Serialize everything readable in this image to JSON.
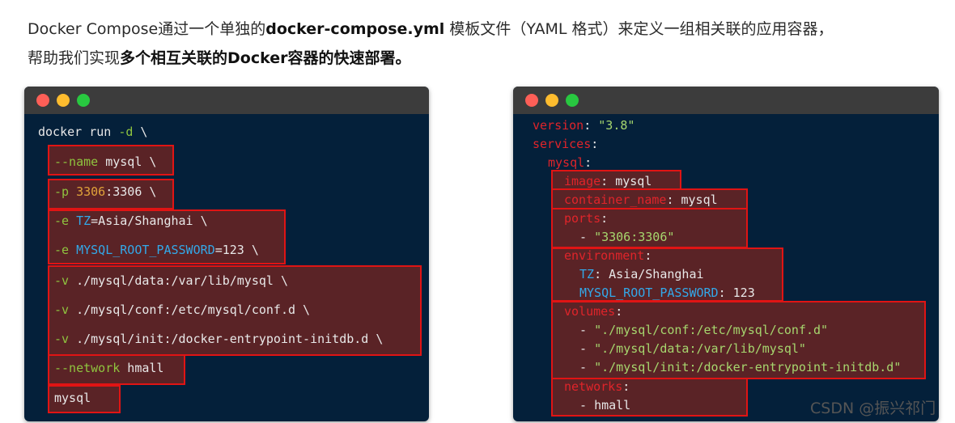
{
  "intro": {
    "p1": "Docker Compose通过一个单独的",
    "b1": "docker-compose.yml",
    "p2": " 模板文件（YAML 格式）来定义一组相关联的应用容器，",
    "p3": "帮助我们实现",
    "b2": "多个相互关联的Docker容器的快速部署。"
  },
  "left": {
    "cmd": "docker run ",
    "cmd_flag": "-d",
    "cmd_tail": " \\",
    "l1_flag": "--name",
    "l1_val": " mysql \\",
    "l2_flag": "-p",
    "l2_num": " 3306",
    "l2_val": ":3306 \\",
    "l3_flag": "-e",
    "l3_var": " TZ",
    "l3_val": "=Asia/Shanghai \\",
    "l4_flag": "-e",
    "l4_var": " MYSQL_ROOT_PASSWORD",
    "l4_val": "=123 \\",
    "l5_flag": "-v",
    "l5_val": " ./mysql/data:/var/lib/mysql \\",
    "l6_flag": "-v",
    "l6_val": " ./mysql/conf:/etc/mysql/conf.d \\",
    "l7_flag": "-v",
    "l7_val": " ./mysql/init:/docker-entrypoint-initdb.d \\",
    "l8_flag": "--network",
    "l8_val": " hmall",
    "l9_val": "mysql"
  },
  "right": {
    "r1_key": "version",
    "r1_colon": ": ",
    "r1_val": "\"3.8\"",
    "r2_key": "services",
    "r2_colon": ":",
    "r3_key": "mysql",
    "r3_colon": ":",
    "r4_key": "image",
    "r4_val": ": mysql",
    "r5_key": "container_name",
    "r5_val": ": mysql",
    "r6_key": "ports",
    "r6_colon": ":",
    "r7_dash": "- ",
    "r7_val": "\"3306:3306\"",
    "r8_key": "environment",
    "r8_colon": ":",
    "r9_var": "TZ",
    "r9_val": ": Asia/Shanghai",
    "r10_var": "MYSQL_ROOT_PASSWORD",
    "r10_val": ": 123",
    "r11_key": "volumes",
    "r11_colon": ":",
    "r12_dash": "- ",
    "r12_val": "\"./mysql/conf:/etc/mysql/conf.d\"",
    "r13_dash": "- ",
    "r13_val": "\"./mysql/data:/var/lib/mysql\"",
    "r14_dash": "- ",
    "r14_val": "\"./mysql/init:/docker-entrypoint-initdb.d\"",
    "r15_key": "networks",
    "r15_colon": ":",
    "r16_dash": "- ",
    "r16_val": "hmall"
  },
  "watermark": "CSDN @振兴祁门"
}
